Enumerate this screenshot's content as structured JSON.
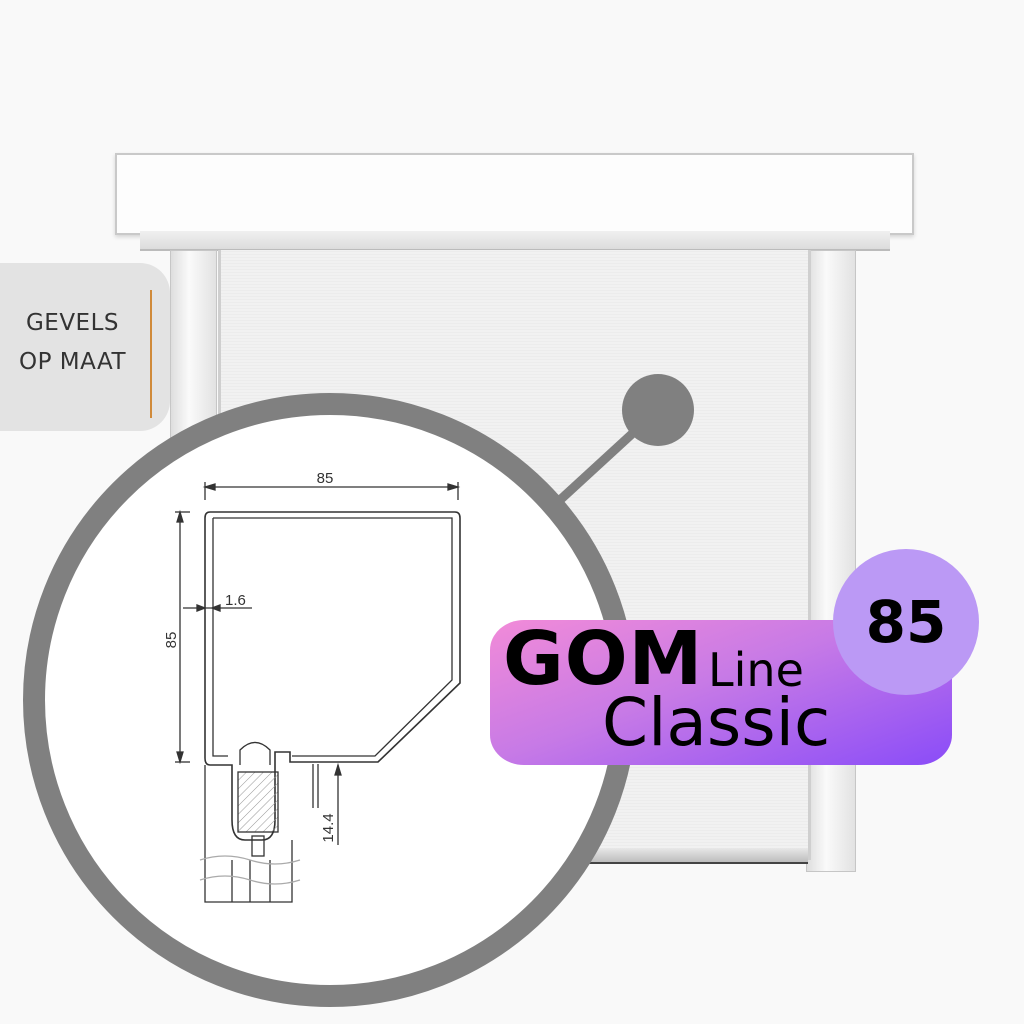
{
  "label": {
    "line1": "GEVELS",
    "line2": "OP MAAT"
  },
  "badge": {
    "brand": "GOM",
    "line": "Line",
    "model": "Classic",
    "size": "85"
  },
  "drawing": {
    "width_dim": "85",
    "height_dim": "85",
    "wall_dim": "1.6",
    "bottom_dim": "14.4"
  },
  "colors": {
    "badge_start": "#f28bd8",
    "badge_end": "#8a4cf8",
    "size_circle": "#bb99f5",
    "ring": "#808080",
    "accent_line": "#d08a3a"
  }
}
